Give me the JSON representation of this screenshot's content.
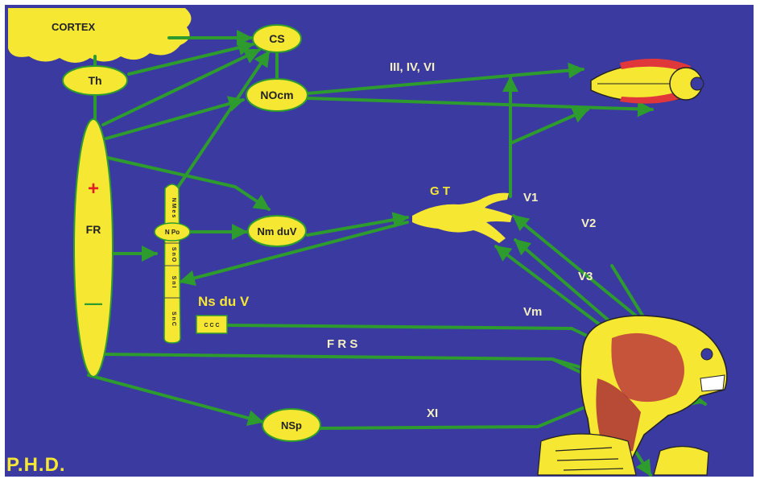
{
  "colors": {
    "background": "#3a3aa0",
    "node_fill": "#f6e733",
    "arrow": "#2e9b2e",
    "plus_sign": "#e02020",
    "minus_sign": "#2e9b2e",
    "label_light": "#f4f0c0"
  },
  "nodes": {
    "cortex": "CORTEX",
    "th": "Th",
    "cs": "CS",
    "nocm": "NOcm",
    "fr": "FR",
    "fr_plus": "+",
    "fr_minus": "—",
    "nmduv": "Nm duV",
    "gt": "G T",
    "nsp": "NSp",
    "npo": "N Po",
    "column_top": "N M e s",
    "column_s1": "S n O",
    "column_s2": "S n I",
    "column_s3": "S n C",
    "box_small": "C C C"
  },
  "labels": {
    "oculomotor": "III, IV, VI",
    "v1": "V1",
    "v2": "V2",
    "v3": "V3",
    "vm": "Vm",
    "ns_du_v": "Ns du V",
    "frs": "F R S",
    "xi": "XI"
  },
  "watermark": "P.H.D.",
  "icons": [
    "eye-illustration",
    "skull-muscle-illustration",
    "trigeminal-ganglion-shape",
    "cortex-cloud-shape"
  ]
}
